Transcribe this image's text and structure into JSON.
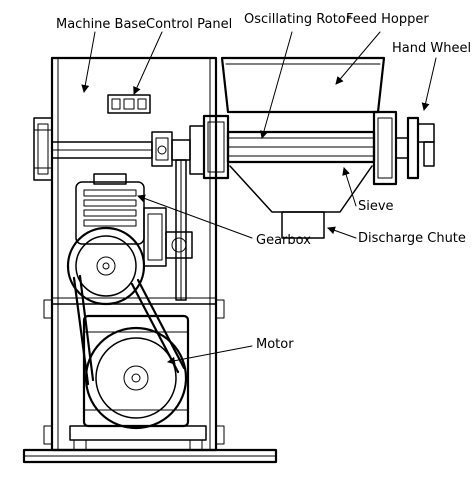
{
  "labels": {
    "machine_base": "Machine Base",
    "control_panel": "Control Panel",
    "oscillating_rotor": "Oscillating Rotor",
    "feed_hopper": "Feed Hopper",
    "hand_wheel": "Hand Wheel",
    "sieve": "Sieve",
    "discharge_chute": "Discharge Chute",
    "gearbox": "Gearbox",
    "motor": "Motor"
  },
  "colors": {
    "line": "#000000",
    "background": "#ffffff"
  }
}
